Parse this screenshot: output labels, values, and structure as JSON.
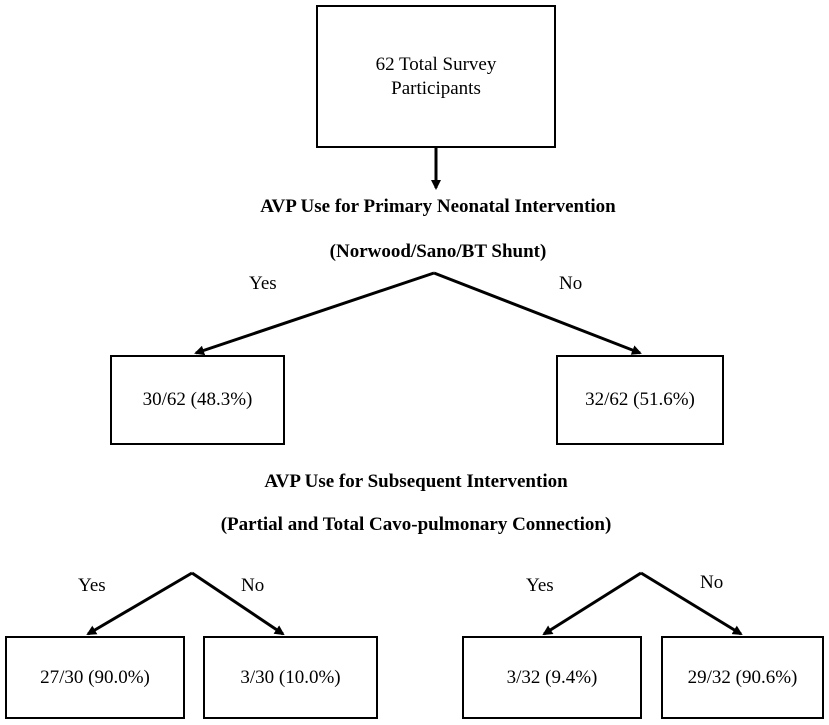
{
  "root": {
    "text": "62 Total Survey Participants"
  },
  "stage1": {
    "title": "AVP Use for Primary Neonatal Intervention",
    "subtitle": "(Norwood/Sano/BT Shunt)",
    "yes_label": "Yes",
    "no_label": "No",
    "yes_box": "30/62 (48.3%)",
    "no_box": "32/62 (51.6%)"
  },
  "stage2": {
    "title": "AVP Use for Subsequent Intervention",
    "subtitle": "(Partial and Total Cavo-pulmonary Connection)",
    "left": {
      "yes_label": "Yes",
      "no_label": "No",
      "yes_box": "27/30 (90.0%)",
      "no_box": "3/30 (10.0%)"
    },
    "right": {
      "yes_label": "Yes",
      "no_label": "No",
      "yes_box": "3/32 (9.4%)",
      "no_box": "29/32 (90.6%)"
    }
  }
}
